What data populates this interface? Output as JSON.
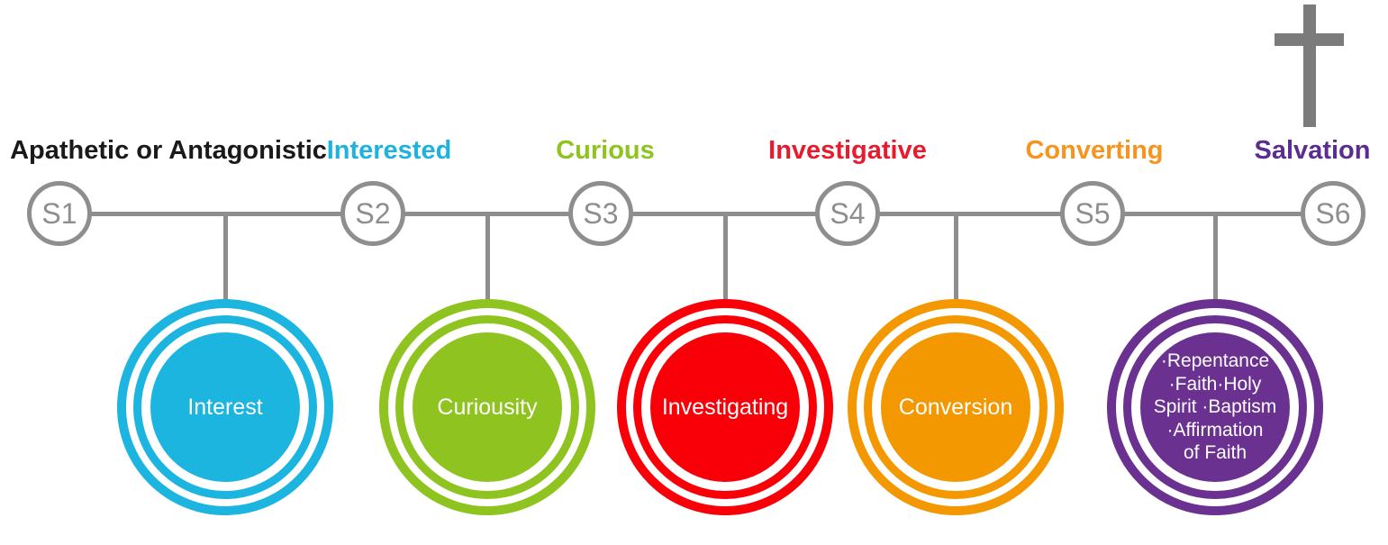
{
  "diagram": {
    "cross_icon_color": "#7b7b7b",
    "timeline_color": "#8e8e8e"
  },
  "stages": [
    {
      "marker": "S1",
      "label": "Apathetic or Antagonistic",
      "label_color": "#1a1a1a"
    },
    {
      "marker": "S2",
      "label": "Interested",
      "label_color": "#1eb2df"
    },
    {
      "marker": "S3",
      "label": "Curious",
      "label_color": "#8fc31f"
    },
    {
      "marker": "S4",
      "label": "Investigative",
      "label_color": "#e81a2e"
    },
    {
      "marker": "S5",
      "label": "Converting",
      "label_color": "#f7941e"
    },
    {
      "marker": "S6",
      "label": "Salvation",
      "label_color": "#5b2d90"
    }
  ],
  "milestones": [
    {
      "label": "Interest",
      "color": "#1cb5e0"
    },
    {
      "label": "Curiousity",
      "color": "#8fc31f"
    },
    {
      "label": "Investigating",
      "color": "#f90008"
    },
    {
      "label": "Conversion",
      "color": "#f39800"
    },
    {
      "label": "·Repentance\n·Faith·Holy\nSpirit ·Baptism\n·Affirmation\nof Faith",
      "color": "#6b3191"
    }
  ]
}
